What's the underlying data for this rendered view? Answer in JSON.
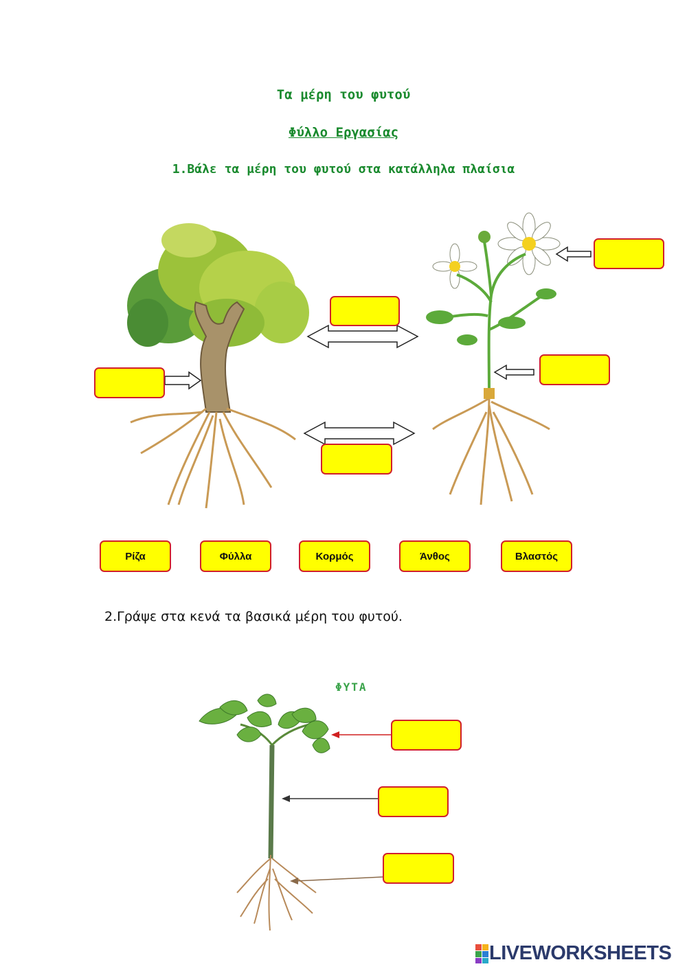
{
  "header": {
    "title": "Τα μέρη του φυτού",
    "subtitle": "Φύλλο Εργασίας",
    "question1": "1.Βάλε τα μέρη του φυτού στα κατάλληλα πλαίσια"
  },
  "word_bank": [
    "Ρίζα",
    "Φύλλα",
    "Κορμός",
    "Άνθος",
    "Βλαστός"
  ],
  "question2": "2.Γράψε στα κενά τα βασικά μέρη του φυτού.",
  "plant_label": "ΦΥΤΑ",
  "logo": "LIVEWORKSHEETS",
  "colors": {
    "heading": "#1a8a2e",
    "box_fill": "#ffff00",
    "box_border": "#d11f2b"
  }
}
